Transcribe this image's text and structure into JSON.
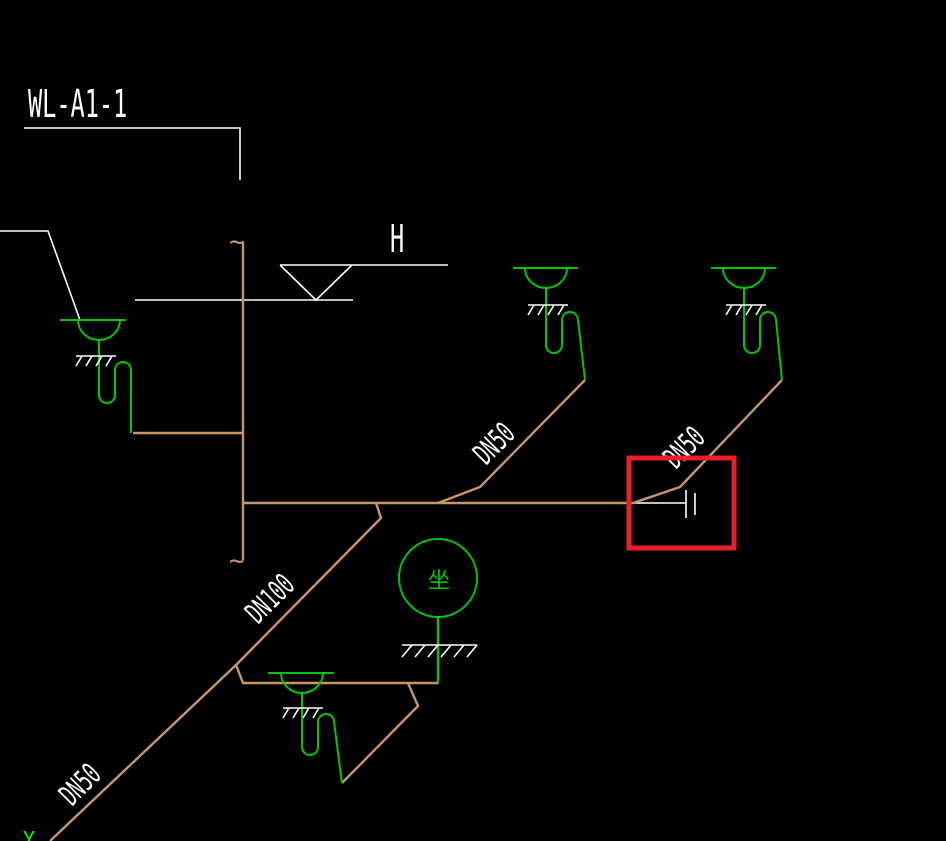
{
  "drawing": {
    "tag": "WL-A1-1",
    "level_marker": "H",
    "break_symbol": "~",
    "fixture_glyph": "坐",
    "axis_glyph": "Y",
    "pipe_labels": {
      "main_riser": "DN100",
      "branch_left": "DN50",
      "branch_mid": "DN50",
      "branch_right": "DN50"
    }
  },
  "colors": {
    "background": "#000000",
    "pipe": "#c8966a",
    "fixture": "#00c800",
    "annotation": "#ffffff",
    "highlight": "#e8202a",
    "axis": "#00ff00"
  }
}
